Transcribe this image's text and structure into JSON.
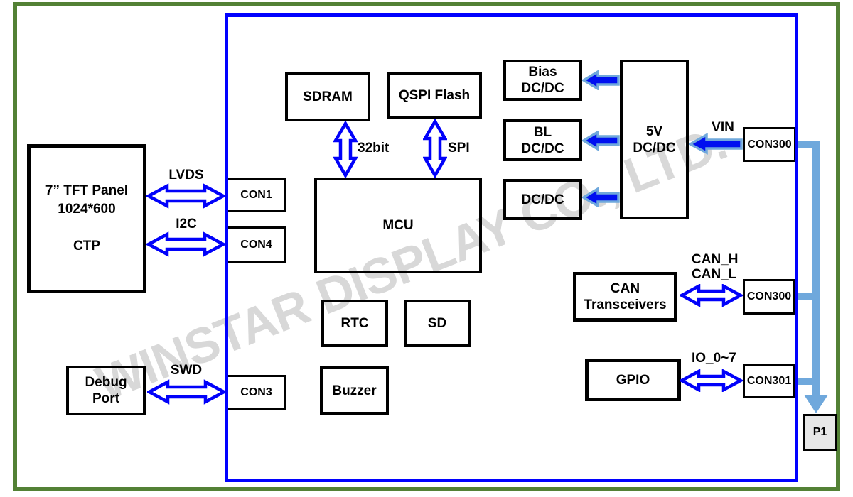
{
  "watermark": "WINSTAR DISPLAY CO., LTD.",
  "boxes": [
    {
      "id": "tft-panel",
      "label": "7” TFT Panel\n1024*600\n\nCTP"
    },
    {
      "id": "debug-port",
      "label": "Debug\nPort"
    },
    {
      "id": "sdram",
      "label": "SDRAM"
    },
    {
      "id": "qspi-flash",
      "label": "QSPI Flash"
    },
    {
      "id": "mcu",
      "label": "MCU"
    },
    {
      "id": "rtc",
      "label": "RTC"
    },
    {
      "id": "sd",
      "label": "SD"
    },
    {
      "id": "buzzer",
      "label": "Buzzer"
    },
    {
      "id": "bias-dcdc",
      "label": "Bias\nDC/DC"
    },
    {
      "id": "bl-dcdc",
      "label": "BL\nDC/DC"
    },
    {
      "id": "dcdc",
      "label": "DC/DC"
    },
    {
      "id": "5v-dcdc",
      "label": "5V\nDC/DC"
    },
    {
      "id": "can-transceivers",
      "label": "CAN\nTransceivers"
    },
    {
      "id": "gpio",
      "label": "GPIO"
    }
  ],
  "connectors": [
    {
      "id": "con1",
      "label": "CON1"
    },
    {
      "id": "con4",
      "label": "CON4"
    },
    {
      "id": "con3",
      "label": "CON3"
    },
    {
      "id": "con300-vin",
      "label": "CON300"
    },
    {
      "id": "con300-can",
      "label": "CON300"
    },
    {
      "id": "con301",
      "label": "CON301"
    },
    {
      "id": "p1",
      "label": "P1"
    }
  ],
  "bus_labels": {
    "lvds": "LVDS",
    "i2c": "I2C",
    "swd": "SWD",
    "bit32": "32bit",
    "spi": "SPI",
    "vin": "VIN",
    "can": "CAN_H\nCAN_L",
    "io": "IO_0~7"
  },
  "colors": {
    "frame_green": "#538135",
    "board_blue": "#0101FE",
    "bus_blue": "#0101FA",
    "power_arrow_fill": "#0010F0",
    "power_arrow_outline": "#6FA8DC",
    "connector_bus": "#6FA8DC",
    "watermark_gray": "#D8D8D8",
    "p1_fill": "#E7E7E7"
  }
}
